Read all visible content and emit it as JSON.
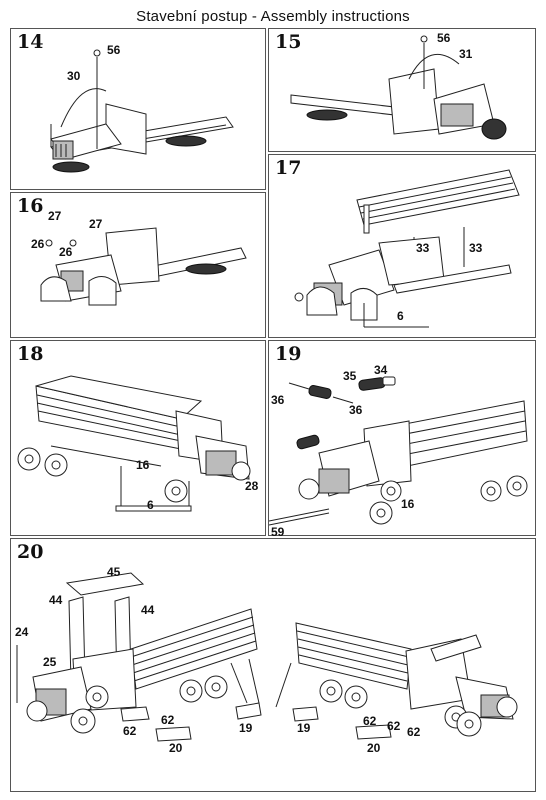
{
  "title": "Stavební postup - Assembly instructions",
  "steps": {
    "s14": {
      "number": "14",
      "labels": [
        "56",
        "30"
      ]
    },
    "s15": {
      "number": "15",
      "labels": [
        "56",
        "31"
      ]
    },
    "s16": {
      "number": "16",
      "labels": [
        "27",
        "27",
        "26",
        "26"
      ]
    },
    "s17": {
      "number": "17",
      "labels": [
        "33",
        "33",
        "6"
      ]
    },
    "s18": {
      "number": "18",
      "labels": [
        "16",
        "28",
        "6"
      ]
    },
    "s19": {
      "number": "19",
      "labels": [
        "34",
        "35",
        "36",
        "36",
        "16",
        "59"
      ]
    },
    "s20": {
      "number": "20",
      "labels": [
        "45",
        "44",
        "44",
        "24",
        "25",
        "62",
        "62",
        "19",
        "20",
        "19",
        "62",
        "62",
        "62",
        "20"
      ]
    }
  }
}
